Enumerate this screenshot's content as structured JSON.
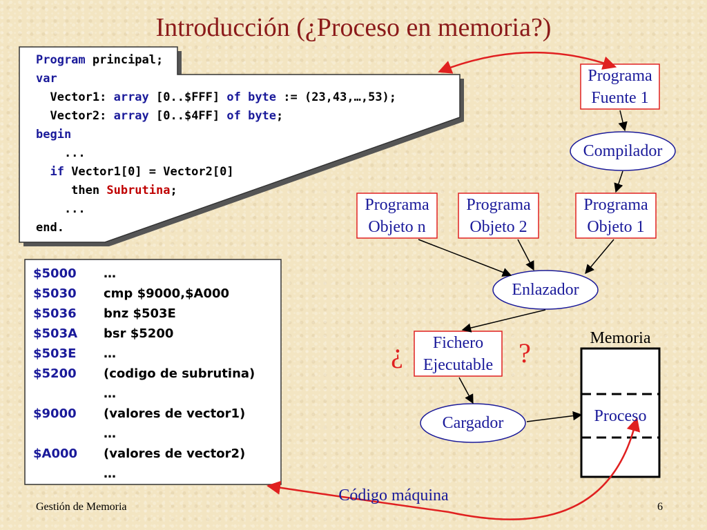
{
  "title": "Introducción (¿Proceso en memoria?)",
  "source_code": {
    "line1_kw": "Program",
    "line1_rest": " principal;",
    "line2_kw": "var",
    "line3_a": "  Vector1: ",
    "line3_kw1": "array",
    "line3_b": " [0..$FFF] ",
    "line3_kw2": "of byte",
    "line3_c": " := (23,43,…,53);",
    "line4_a": "  Vector2: ",
    "line4_kw1": "array",
    "line4_b": " [0..$4FF] ",
    "line4_kw2": "of byte",
    "line4_c": ";",
    "line5_kw": "begin",
    "line6": "    ...",
    "line7_kw": "  if",
    "line7_rest": " Vector1[0] = Vector2[0]",
    "line8_a": "     then ",
    "line8_red": "Subrutina",
    "line8_c": ";",
    "line9": "    ...",
    "line10": "end."
  },
  "machine_code": [
    {
      "addr": "$5000",
      "instr": "…"
    },
    {
      "addr": "$5030",
      "instr": "cmp $9000,$A000"
    },
    {
      "addr": "$5036",
      "instr": "bnz $503E"
    },
    {
      "addr": "$503A",
      "instr": "bsr $5200"
    },
    {
      "addr": "$503E",
      "instr": "…"
    },
    {
      "addr": "$5200",
      "instr": "(codigo de subrutina)"
    },
    {
      "addr": "",
      "instr": "…"
    },
    {
      "addr": "$9000",
      "instr": "(valores de vector1)"
    },
    {
      "addr": "",
      "instr": "…"
    },
    {
      "addr": "$A000",
      "instr": "(valores de vector2)"
    },
    {
      "addr": "",
      "instr": "…"
    }
  ],
  "nodes": {
    "programa_fuente": [
      "Programa",
      "Fuente 1"
    ],
    "compilador": "Compilador",
    "objeto_n": [
      "Programa",
      "Objeto n"
    ],
    "objeto_2": [
      "Programa",
      "Objeto 2"
    ],
    "objeto_1": [
      "Programa",
      "Objeto 1"
    ],
    "enlazador": "Enlazador",
    "fichero": [
      "Fichero",
      "Ejecutable"
    ],
    "cargador": "Cargador",
    "memoria": "Memoria",
    "proceso": "Proceso",
    "q_open": "¿",
    "q_close": "?"
  },
  "labels": {
    "codigo_maquina": "Código máquina"
  },
  "footer": {
    "left": "Gestión de Memoria",
    "page": "6"
  },
  "colors": {
    "title": "#8b1a1a",
    "node_text": "#1a1a9a",
    "box_border": "#e02020",
    "arrow_red": "#e02020",
    "background": "#f3e5c2"
  }
}
